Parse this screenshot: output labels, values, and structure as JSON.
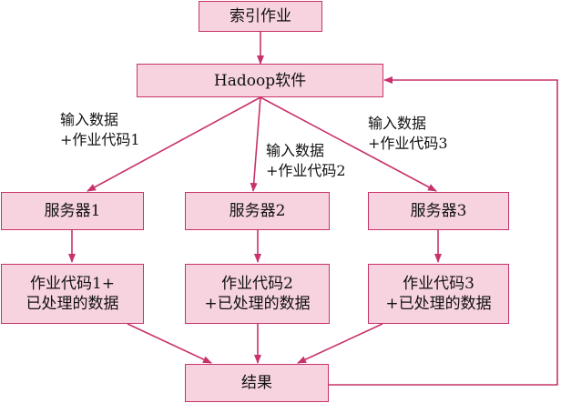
{
  "colors": {
    "box_fill": "#f7d3e0",
    "stroke": "#c8326c"
  },
  "nodes": {
    "index_job": "索引作业",
    "hadoop": "Hadoop软件",
    "server1": "服务器1",
    "server2": "服务器2",
    "server3": "服务器3",
    "code1_line1": "作业代码1+",
    "code1_line2": "已处理的数据",
    "code2_line1": "作业代码2",
    "code2_line2": "+已处理的数据",
    "code3_line1": "作业代码3",
    "code3_line2": "+已处理的数据",
    "result": "结果"
  },
  "edge_labels": {
    "to_server1_line1": "输入数据",
    "to_server1_line2": "+作业代码1",
    "to_server2_line1": "输入数据",
    "to_server2_line2": "+作业代码2",
    "to_server3_line1": "输入数据",
    "to_server3_line2": "+作业代码3"
  }
}
